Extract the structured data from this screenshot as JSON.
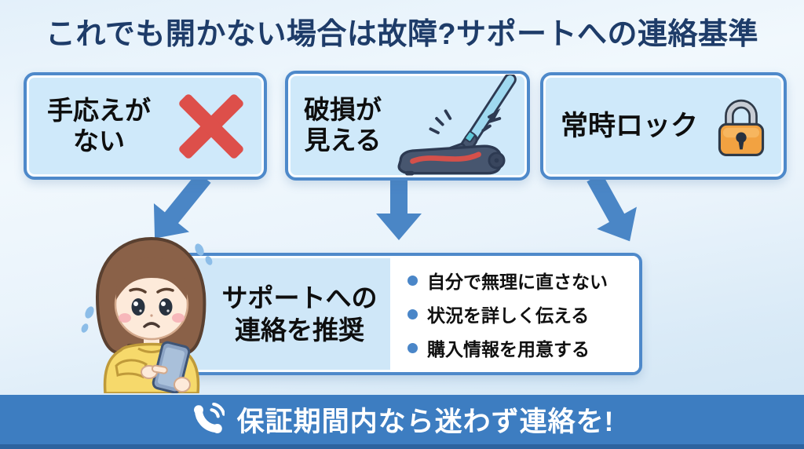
{
  "title": "これでも開かない場合は故障?サポートへの連絡基準",
  "cards": [
    {
      "line1": "手応えが",
      "line2": "ない",
      "icon": "x-mark-icon"
    },
    {
      "line1": "破損が",
      "line2": "見える",
      "icon": "broken-vacuum-icon"
    },
    {
      "line1": "常時ロック",
      "line2": "",
      "icon": "lock-icon"
    }
  ],
  "recommendation": {
    "line1": "サポートへの",
    "line2": "連絡を推奨",
    "character": "worried-girl-with-phone"
  },
  "tips": [
    "自分で無理に直さない",
    "状況を詳しく伝える",
    "購入情報を用意する"
  ],
  "footer": {
    "label": "保証期間内なら迷わず連絡を!",
    "icon": "phone-icon"
  },
  "colors": {
    "title_navy": "#1e3c69",
    "accent_blue": "#4e89ca",
    "card_fill": "#cfe9fa",
    "arrow_blue": "#4a86c6",
    "footer_blue": "#3d7dc1",
    "alert_red": "#dd4f4a",
    "lock_orange": "#f2a241",
    "tip_bullet_blue": "#4a86c8"
  }
}
